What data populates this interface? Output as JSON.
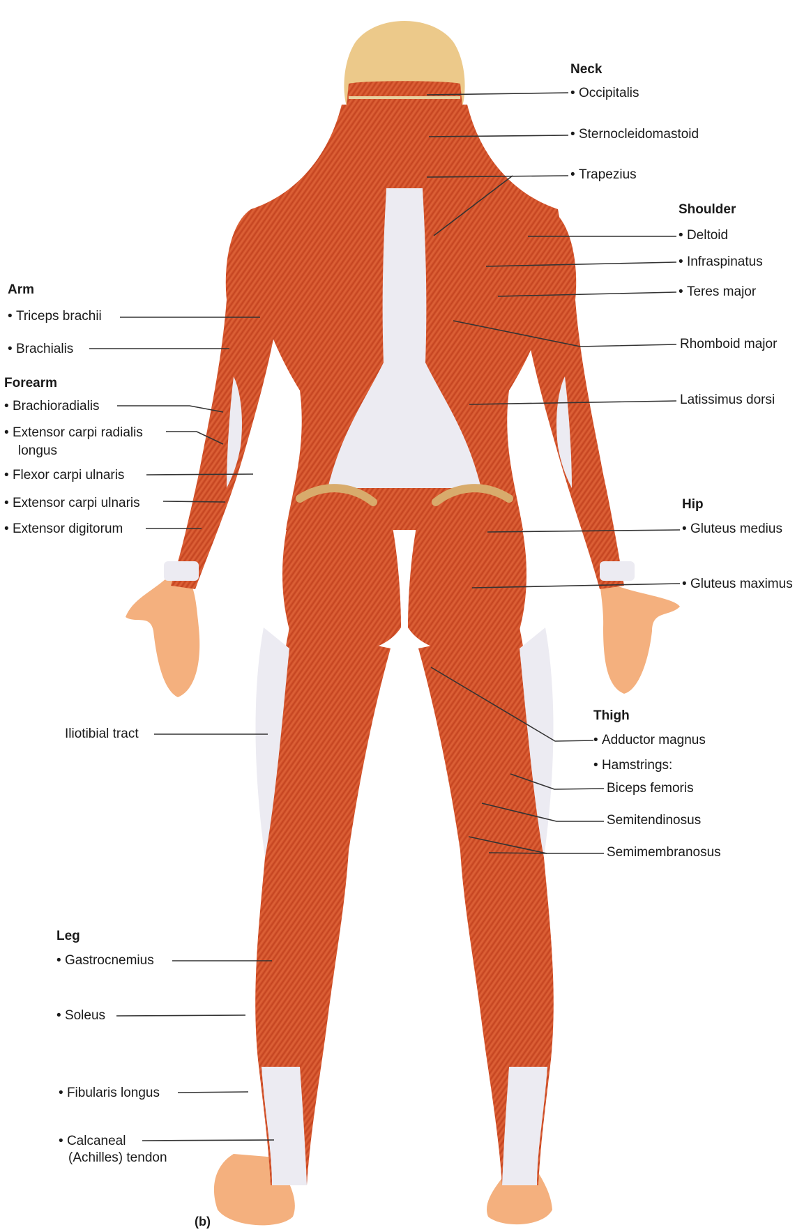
{
  "colors": {
    "muscle": "#d9542d",
    "muscle_dark": "#b63b1e",
    "muscle_light": "#ec7a4f",
    "tendon": "#ecebf2",
    "skin": "#f4b07e",
    "skull": "#ecc98a",
    "leader": "#333333"
  },
  "caption": "(b)",
  "groups": {
    "neck": {
      "heading": "Neck",
      "occipitalis": "Occipitalis",
      "sternocleidomastoid": "Sternocleidomastoid",
      "trapezius": "Trapezius"
    },
    "shoulder": {
      "heading": "Shoulder",
      "deltoid": "Deltoid",
      "infraspinatus": "Infraspinatus",
      "teres_major": "Teres major",
      "rhomboid_major": "Rhomboid major",
      "latissimus_dorsi": "Latissimus dorsi"
    },
    "arm": {
      "heading": "Arm",
      "triceps_brachii": "Triceps brachii",
      "brachialis": "Brachialis"
    },
    "forearm": {
      "heading": "Forearm",
      "brachioradialis": "Brachioradialis",
      "ecrl_line1": "Extensor carpi radialis",
      "ecrl_line2": "longus",
      "flexor_carpi_ulnaris": "Flexor carpi ulnaris",
      "extensor_carpi_ulnaris": "Extensor carpi ulnaris",
      "extensor_digitorum": "Extensor digitorum"
    },
    "hip": {
      "heading": "Hip",
      "gluteus_medius": "Gluteus medius",
      "gluteus_maximus": "Gluteus maximus"
    },
    "thigh": {
      "heading": "Thigh",
      "iliotibial_tract": "Iliotibial tract",
      "adductor_magnus": "Adductor magnus",
      "hamstrings": "Hamstrings:",
      "biceps_femoris": "Biceps femoris",
      "semitendinosus": "Semitendinosus",
      "semimembranosus": "Semimembranosus"
    },
    "leg": {
      "heading": "Leg",
      "gastrocnemius": "Gastrocnemius",
      "soleus": "Soleus",
      "fibularis_longus": "Fibularis longus",
      "calcaneal_line1": "Calcaneal",
      "calcaneal_line2": "(Achilles) tendon"
    }
  }
}
